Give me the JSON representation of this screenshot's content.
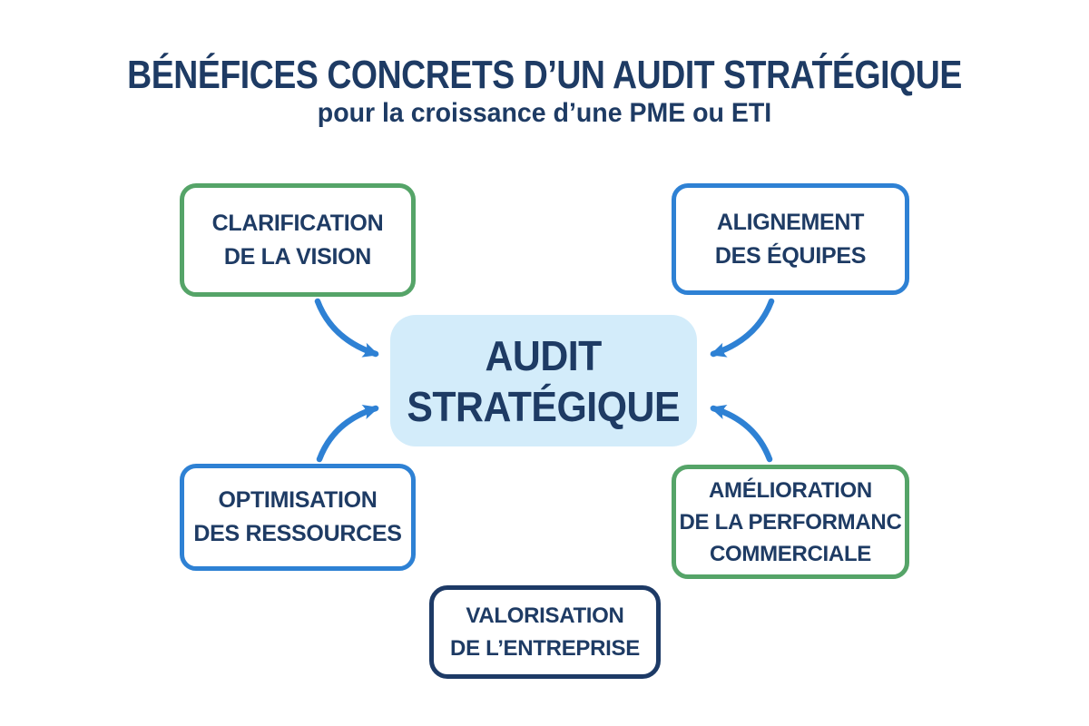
{
  "title": {
    "line1": "BÉNÉFICES CONCRETS D’UN AUDIT STRAT́ÉGIQUE",
    "line2": "pour la croissance d’une PME ou ETI"
  },
  "center_node": {
    "line1": "AUDIT",
    "line2": "STRATÉGIQUE"
  },
  "benefits": [
    {
      "id": "clarification-de-la-vision",
      "border_color_name": "green",
      "lines": [
        "CLARIFICATION",
        "DE LA VISION"
      ]
    },
    {
      "id": "alignement-des-equipes",
      "border_color_name": "blue",
      "lines": [
        "ALIGNEMENT",
        "DES ÉQUIPES"
      ]
    },
    {
      "id": "optimisation-des-ressources",
      "border_color_name": "blue",
      "lines": [
        "OPTIMISATION",
        "DES RESSOURCES"
      ]
    },
    {
      "id": "amelioration-performance-commerciale",
      "border_color_name": "green",
      "lines": [
        "AMÉLIORATION",
        "DE LA PERFORMANC",
        "COMMERCIALE"
      ]
    },
    {
      "id": "valorisation-de-l-entreprise",
      "border_color_name": "navy",
      "lines": [
        "VALORISATION",
        "DE L’ENTREPRISE"
      ]
    }
  ],
  "colors": {
    "navy": "#1e3b64",
    "green": "#55a468",
    "blue": "#2e81d4",
    "arrow": "#2e81d4",
    "center-fill": "#d3ecfa",
    "navy-border": "#1d3a66"
  }
}
